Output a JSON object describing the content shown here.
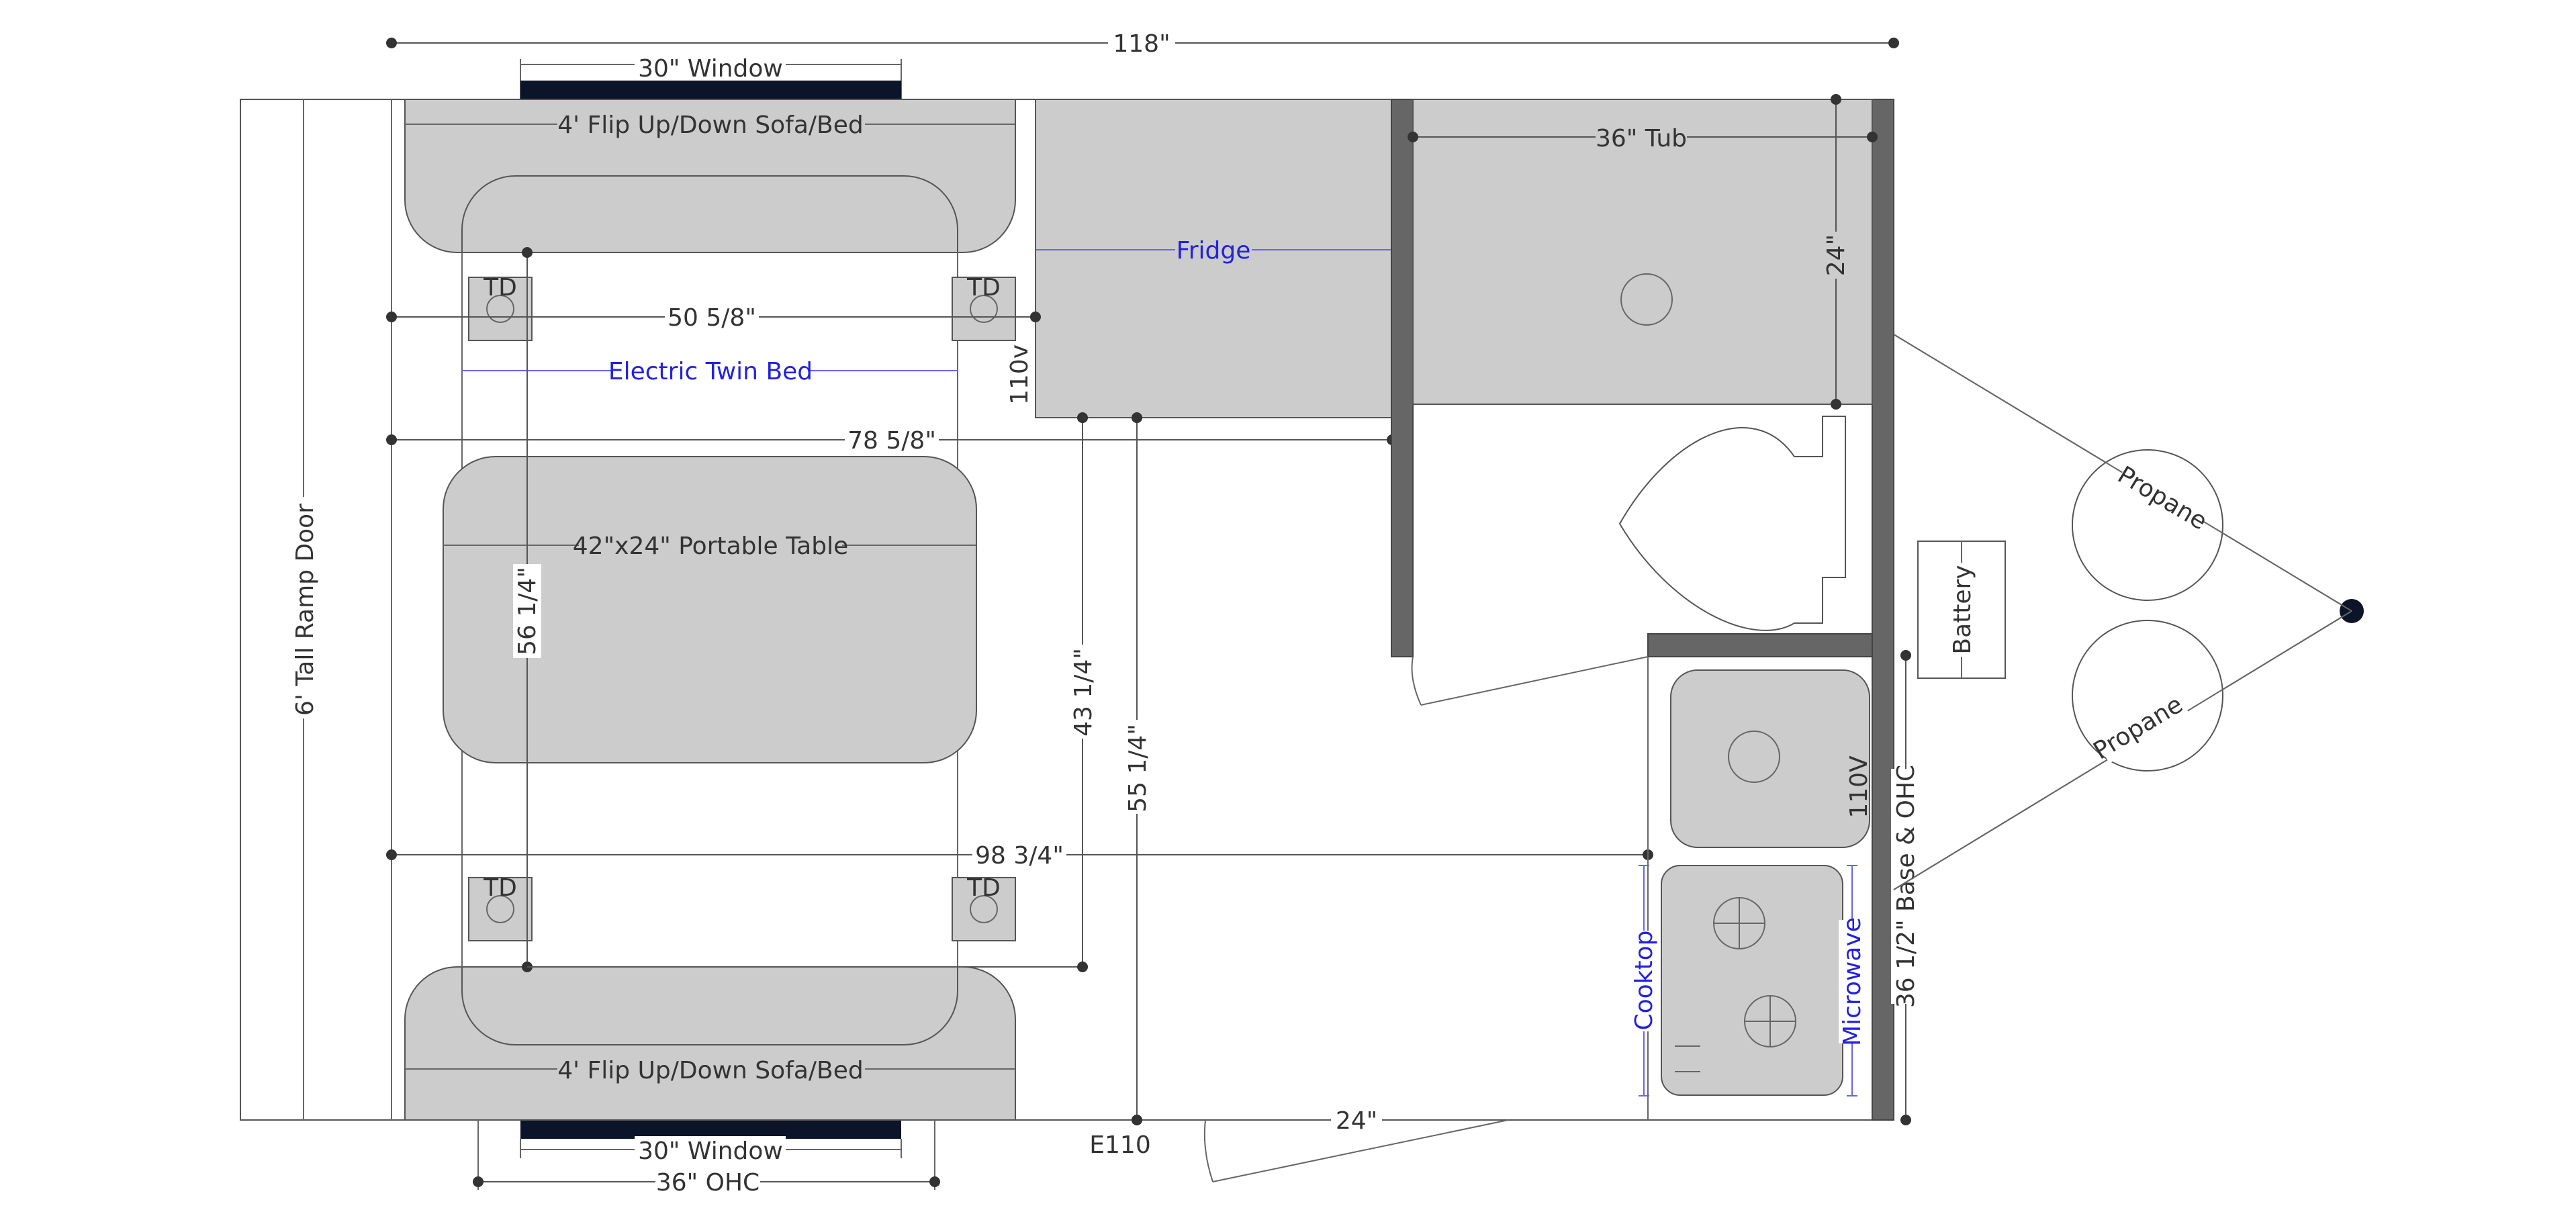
{
  "labels": {
    "overall_length": "118\"",
    "window_top": "30\" Window",
    "window_bottom": "30\" Window",
    "sofa_top": "4' Flip Up/Down Sofa/Bed",
    "sofa_bottom": "4' Flip Up/Down Sofa/Bed",
    "fridge": "Fridge",
    "tub": "36\" Tub",
    "tub_depth": "24\"",
    "td": "TD",
    "dim_50": "50 5/8\"",
    "twin_bed": "Electric Twin Bed",
    "outlet_110v_fridge": "110v",
    "dim_78": "78 5/8\"",
    "table": "42\"x24\" Portable Table",
    "ramp_door": "6' Tall Ramp Door",
    "dim_56": "56 1/4\"",
    "dim_43": "43 1/4\"",
    "dim_55": "55 1/4\"",
    "dim_98": "98 3/4\"",
    "battery": "Battery",
    "propane_1": "Propane",
    "propane_2": "Propane",
    "outlet_110v_kitchen": "110V",
    "base_ohc": "36 1/2\" Base & OHC",
    "cooktop": "Cooktop",
    "microwave": "Microwave",
    "door_width": "24\"",
    "e110": "E110",
    "ohc_width": "36\" OHC"
  },
  "colors": {
    "furniture": "#cccccc",
    "wall": "#666666",
    "window": "#0b1428",
    "blue_label": "#2222dd",
    "line": "#555555"
  }
}
